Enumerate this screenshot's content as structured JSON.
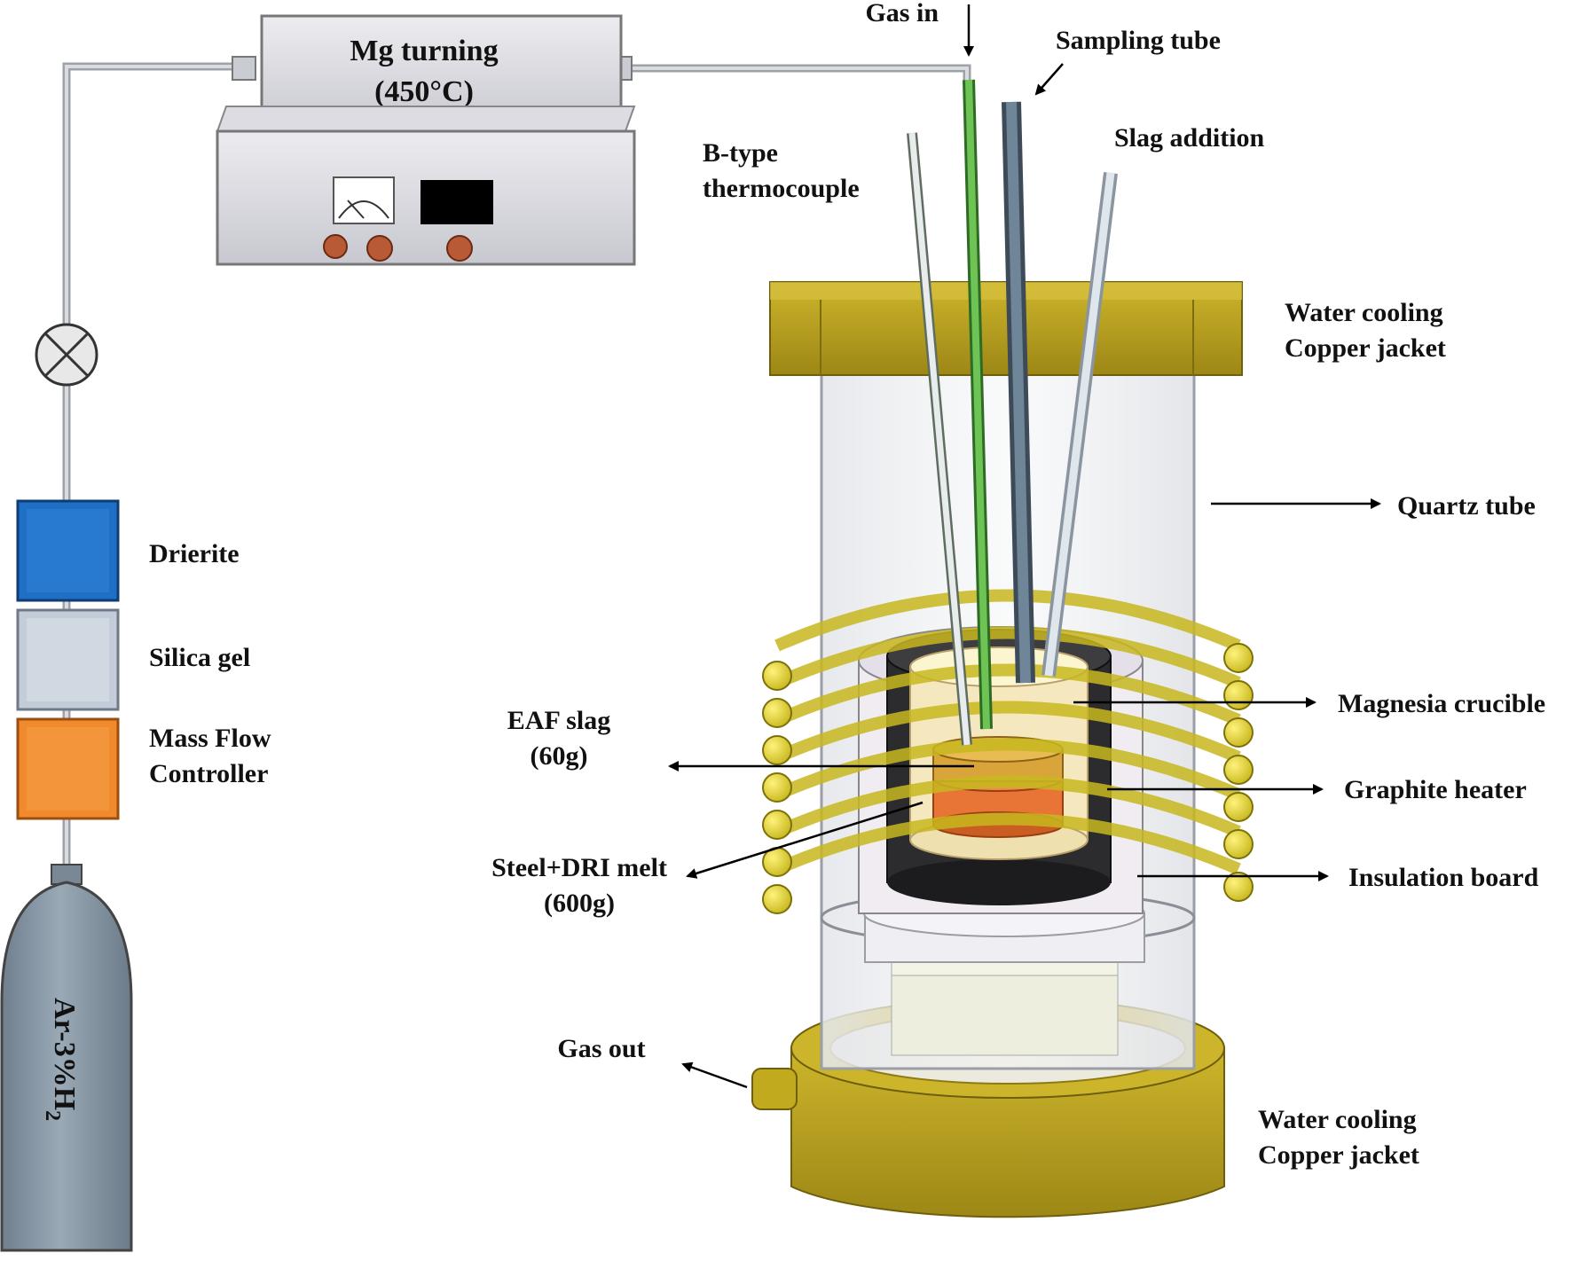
{
  "labels": {
    "mg_turning": "Mg turning",
    "mg_temp": "(450°C)",
    "gas_in": "Gas in",
    "sampling_tube": "Sampling tube",
    "slag_addition": "Slag addition",
    "b_type_1": "B-type",
    "b_type_2": "thermocouple",
    "water_cooling_top_1": "Water  cooling",
    "water_cooling_top_2": "Copper jacket",
    "quartz_tube": "Quartz tube",
    "magnesia_crucible": "Magnesia crucible",
    "graphite_heater": "Graphite heater",
    "insulation_board": "Insulation board",
    "eaf_slag_1": "EAF slag",
    "eaf_slag_2": "(60g)",
    "steel_dri_1": "Steel+DRI melt",
    "steel_dri_2": "(600g)",
    "gas_out": "Gas out",
    "water_cooling_bottom_1": "Water  cooling",
    "water_cooling_bottom_2": "Copper jacket",
    "drierite": "Drierite",
    "silica_gel": "Silica gel",
    "mass_flow_1": "Mass Flow",
    "mass_flow_2": "Controller",
    "cylinder_gas": "Ar-3%H",
    "cylinder_sub": "2"
  },
  "colors": {
    "copper_jacket": "#c2aa1f",
    "drierite": "#1f6fc4",
    "silica_gel": "#c3ccd8",
    "mass_flow": "#f08a2d",
    "cylinder": "#8797a6",
    "coil": "#e6d83a",
    "slag": "#d9a53a",
    "melt": "#e87535",
    "thermocouple_tube": "#5fb84a",
    "sampling_tube": "#657a8e"
  },
  "icons": {
    "valve": "valve-icon",
    "meter": "analog-meter-icon"
  }
}
